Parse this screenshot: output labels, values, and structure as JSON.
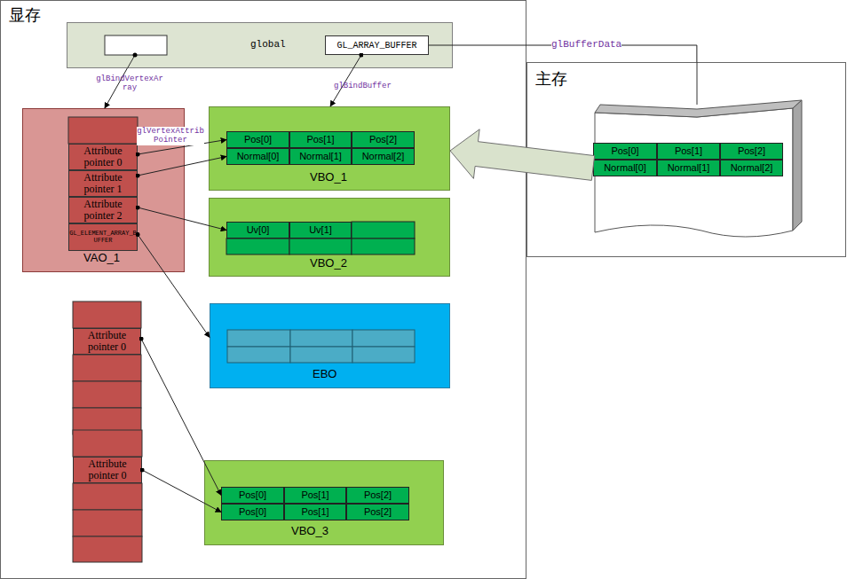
{
  "diagram": {
    "nodes": [
      {
        "text": [
          "显存"
        ]
      },
      {
        "text": [
          "global"
        ],
        "in": 0
      },
      {
        "text": [
          "GL_ARRAY_BUFFER"
        ],
        "in": 1
      },
      {
        "text": [
          "VAO_1"
        ],
        "in": 0
      },
      {
        "text": [
          "Attribute pointer 0"
        ],
        "in": 3
      },
      {
        "text": [
          "Attribute pointer 1"
        ],
        "in": 3
      },
      {
        "text": [
          "Attribute pointer 2"
        ],
        "in": 3
      },
      {
        "text": [
          "GL_ELEMENT_ARRAY_BUFFER"
        ],
        "in": 3
      },
      {
        "text": [
          "VBO_1"
        ],
        "in": 0
      },
      {
        "text": [
          "Pos[0]"
        ],
        "in": 8
      },
      {
        "text": [
          "Pos[1]"
        ],
        "in": 8
      },
      {
        "text": [
          "Pos[2]"
        ],
        "in": 8
      },
      {
        "text": [
          "Normal[0]"
        ],
        "in": 8
      },
      {
        "text": [
          "Normal[1]"
        ],
        "in": 8
      },
      {
        "text": [
          "Normal[2]"
        ],
        "in": 8
      },
      {
        "text": [
          "VBO_2"
        ],
        "in": 0
      },
      {
        "text": [
          "Uv[0]"
        ],
        "in": 15
      },
      {
        "text": [
          "Uv[1]"
        ],
        "in": 15
      },
      {
        "text": [
          "EBO"
        ],
        "in": 0
      },
      {
        "text": [
          "Attribute pointer 0"
        ],
        "in": 0
      },
      {
        "text": [
          "Attribute pointer 0"
        ],
        "in": 0
      },
      {
        "text": [
          "VBO_3"
        ],
        "in": 0
      },
      {
        "text": [
          "Pos[0]"
        ],
        "in": 21
      },
      {
        "text": [
          "Pos[1]"
        ],
        "in": 21
      },
      {
        "text": [
          "Pos[2]"
        ],
        "in": 21
      },
      {
        "text": [
          "Pos[0]"
        ],
        "in": 21
      },
      {
        "text": [
          "Pos[1]"
        ],
        "in": 21
      },
      {
        "text": [
          "Pos[2]"
        ],
        "in": 21
      },
      {
        "text": [
          "主存"
        ]
      },
      {
        "text": [
          "Pos[0]"
        ],
        "in": 28
      },
      {
        "text": [
          "Pos[1]"
        ],
        "in": 28
      },
      {
        "text": [
          "Pos[2]"
        ],
        "in": 28
      },
      {
        "text": [
          "Normal[0]"
        ],
        "in": 28
      },
      {
        "text": [
          "Normal[1]"
        ],
        "in": 28
      },
      {
        "text": [
          "Normal[2]"
        ],
        "in": 28
      }
    ],
    "edges": [
      {
        "from": 1,
        "to": 3,
        "label": "glBindVertexArray",
        "arrow": "to"
      },
      {
        "from": 2,
        "to": 8,
        "label": "glBindBuffer",
        "arrow": "to"
      },
      {
        "from": 2,
        "to": 28,
        "label": "glBufferData",
        "arrow": "none"
      },
      {
        "from": 32,
        "to": 8,
        "arrow": "to"
      },
      {
        "from": 4,
        "to": 9,
        "label": "glVertexAttribPointer",
        "arrow": "to"
      },
      {
        "from": 5,
        "to": 12,
        "arrow": "to"
      },
      {
        "from": 6,
        "to": 16,
        "arrow": "to"
      },
      {
        "from": 7,
        "to": 18,
        "arrow": "to"
      },
      {
        "from": 19,
        "to": 22,
        "arrow": "to"
      },
      {
        "from": 20,
        "to": 25,
        "arrow": "to"
      }
    ]
  }
}
